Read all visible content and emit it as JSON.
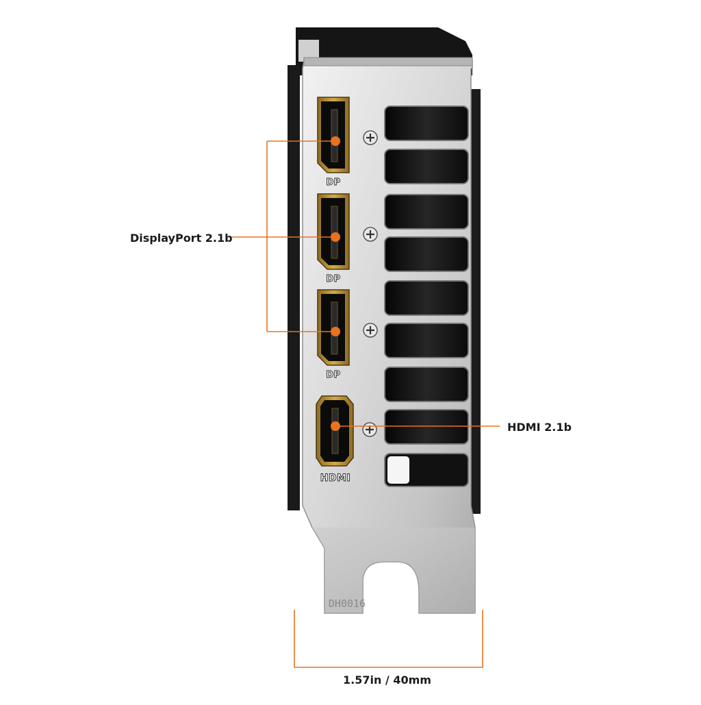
{
  "callouts": {
    "displayport": "DisplayPort 2.1b",
    "hdmi": "HDMI 2.1b",
    "width": "1.57in / 40mm"
  },
  "bracket": {
    "ports": [
      {
        "type": "displayport",
        "caption": "DP"
      },
      {
        "type": "displayport",
        "caption": "DP"
      },
      {
        "type": "displayport",
        "caption": "DP"
      },
      {
        "type": "hdmi",
        "caption": "HDMI"
      }
    ],
    "stamp": "DH0016"
  },
  "colors": {
    "accent": "#e8731f",
    "port_gold": "#b8892e",
    "plate_light": "#e4e4e4",
    "plate_dark": "#9e9e9e",
    "vent": "#111111"
  }
}
